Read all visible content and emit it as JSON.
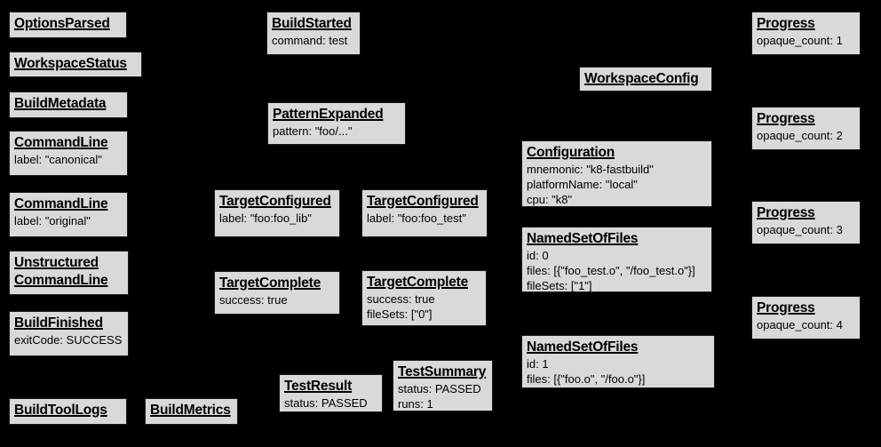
{
  "diagram": {
    "description": "Build Event Protocol event graph",
    "colors": {
      "background": "#000000",
      "node_fill": "#d9d9d9",
      "node_border": "#1c1c1c",
      "text": "#000000"
    }
  },
  "nodes": {
    "optionsParsed": {
      "title": "OptionsParsed"
    },
    "workspaceStatus": {
      "title": "WorkspaceStatus"
    },
    "buildMetadata": {
      "title": "BuildMetadata"
    },
    "commandLineCanonical": {
      "title": "CommandLine",
      "lines": [
        "label: \"canonical\""
      ]
    },
    "commandLineOriginal": {
      "title": "CommandLine",
      "lines": [
        "label: \"original\""
      ]
    },
    "unstructuredCommandLine": {
      "title": "Unstructured",
      "title2": "CommandLine"
    },
    "buildFinished": {
      "title": "BuildFinished",
      "lines": [
        "exitCode: SUCCESS"
      ]
    },
    "buildToolLogs": {
      "title": "BuildToolLogs"
    },
    "buildMetrics": {
      "title": "BuildMetrics"
    },
    "buildStarted": {
      "title": "BuildStarted",
      "lines": [
        "command: test"
      ]
    },
    "patternExpanded": {
      "title": "PatternExpanded",
      "lines": [
        "pattern: \"foo/...\""
      ]
    },
    "targetConfiguredLib": {
      "title": "TargetConfigured",
      "lines": [
        "label: \"foo:foo_lib\""
      ]
    },
    "targetCompleteLib": {
      "title": "TargetComplete",
      "lines": [
        "success: true"
      ]
    },
    "testResult": {
      "title": "TestResult",
      "lines": [
        "status: PASSED"
      ]
    },
    "targetConfiguredTest": {
      "title": "TargetConfigured",
      "lines": [
        "label: \"foo:foo_test\""
      ]
    },
    "targetCompleteTest": {
      "title": "TargetComplete",
      "lines": [
        "success: true",
        "fileSets: [\"0\"]"
      ]
    },
    "testSummary": {
      "title": "TestSummary",
      "lines": [
        "status: PASSED",
        "runs: 1"
      ]
    },
    "workspaceConfig": {
      "title": "WorkspaceConfig"
    },
    "configuration": {
      "title": "Configuration",
      "lines": [
        "mnemonic: \"k8-fastbuild\"",
        "platformName: \"local\"",
        "cpu: \"k8\""
      ]
    },
    "namedSetOfFiles0": {
      "title": "NamedSetOfFiles",
      "lines": [
        "id: 0",
        "files: [{\"foo_test.o\", \"/foo_test.o\"}]",
        "fileSets: [\"1\"]"
      ]
    },
    "namedSetOfFiles1": {
      "title": "NamedSetOfFiles",
      "lines": [
        "id: 1",
        "files: [{\"foo.o\", \"/foo.o\"}]"
      ]
    },
    "progress1": {
      "title": "Progress",
      "lines": [
        "opaque_count: 1"
      ]
    },
    "progress2": {
      "title": "Progress",
      "lines": [
        "opaque_count: 2"
      ]
    },
    "progress3": {
      "title": "Progress",
      "lines": [
        "opaque_count: 3"
      ]
    },
    "progress4": {
      "title": "Progress",
      "lines": [
        "opaque_count: 4"
      ]
    }
  }
}
